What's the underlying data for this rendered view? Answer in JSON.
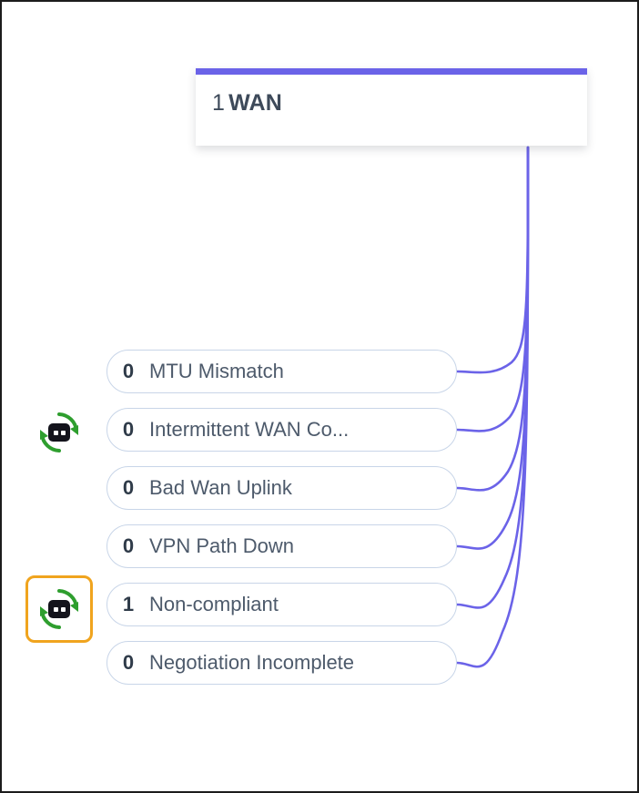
{
  "theme": {
    "accent_purple": "#6b63e8",
    "row_border": "#c8d5e8",
    "text_dark": "#3e4a5a",
    "bot_green": "#2e9e2e",
    "bot_body": "#14141c",
    "selection_orange": "#f0a41e",
    "background": "#ffffff"
  },
  "header": {
    "count": "1",
    "name": "WAN"
  },
  "rows": [
    {
      "count": "0",
      "label": "MTU Mismatch"
    },
    {
      "count": "0",
      "label": "Intermittent WAN Co..."
    },
    {
      "count": "0",
      "label": "Bad Wan Uplink"
    },
    {
      "count": "0",
      "label": "VPN Path Down"
    },
    {
      "count": "1",
      "label": "Non-compliant"
    },
    {
      "count": "0",
      "label": "Negotiation Incomplete"
    }
  ],
  "bot_icons": [
    {
      "name": "automation-bot-icon-intermittent-wan",
      "selected": false,
      "row_index": 1
    },
    {
      "name": "automation-bot-icon-non-compliant",
      "selected": true,
      "row_index": 4
    }
  ]
}
